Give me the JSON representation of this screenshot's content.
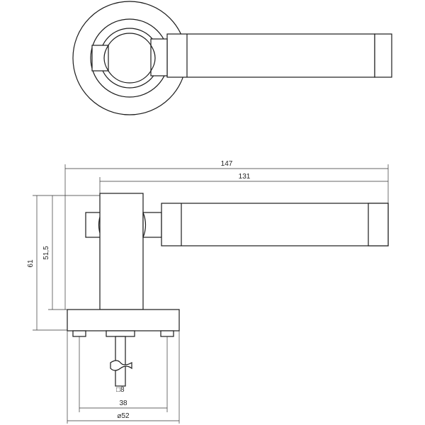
{
  "dimensions": {
    "overall_length": "147",
    "lever_length": "131",
    "rose_height": "61",
    "lever_height": "51,5",
    "spindle_square": "8",
    "screw_spacing": "38",
    "rose_diameter": "52"
  },
  "symbols": {
    "square": "□",
    "diameter": "⌀"
  }
}
